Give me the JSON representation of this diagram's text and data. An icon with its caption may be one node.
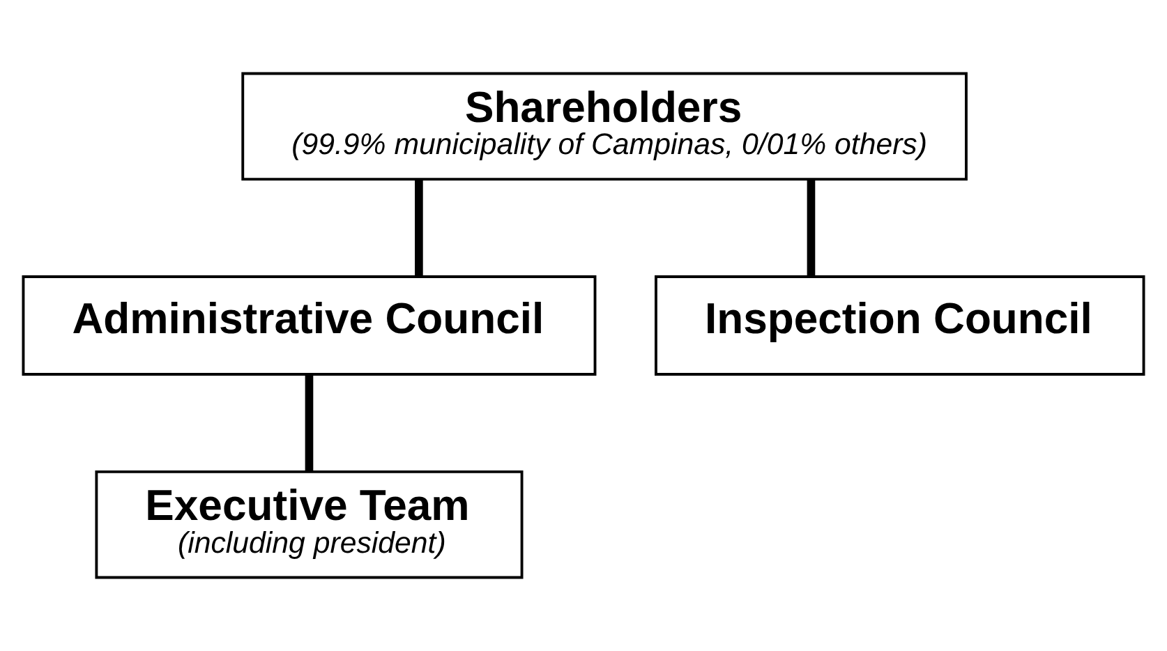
{
  "diagram": {
    "nodes": [
      {
        "text": [
          "Shareholders",
          "(99.9% municipality of Campinas, 0/01% others)"
        ]
      },
      {
        "text": [
          "Administrative Council"
        ]
      },
      {
        "text": [
          "Inspection Council"
        ]
      },
      {
        "text": [
          "Executive Team",
          "(including president)"
        ]
      }
    ],
    "edges": [
      {
        "from": 0,
        "to": 1,
        "arrow": "none"
      },
      {
        "from": 0,
        "to": 2,
        "arrow": "none"
      },
      {
        "from": 1,
        "to": 3,
        "arrow": "none"
      }
    ]
  }
}
